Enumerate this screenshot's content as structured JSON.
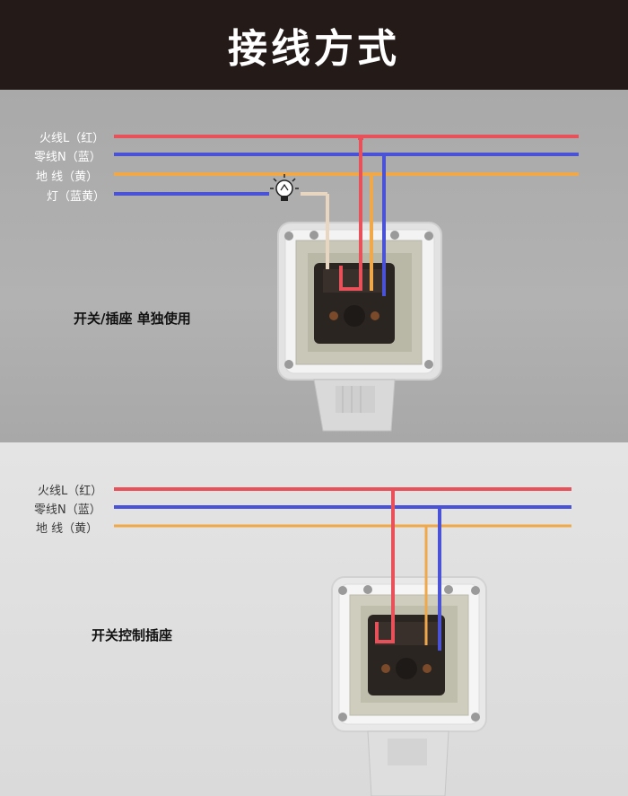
{
  "header": {
    "title": "接线方式"
  },
  "top_panel": {
    "wires": [
      {
        "label": "火线L（红）",
        "color": "#e8505a"
      },
      {
        "label": "零线N（蓝）",
        "color": "#4a52d8"
      },
      {
        "label": "地  线（黄）",
        "color": "#f0a848"
      },
      {
        "label": "灯（蓝黄）",
        "color": "#4a52d8"
      }
    ],
    "caption": "开关/插座 单独使用"
  },
  "bottom_panel": {
    "wires": [
      {
        "label": "火线L（红）",
        "color": "#e8505a"
      },
      {
        "label": "零线N（蓝）",
        "color": "#4a52d8"
      },
      {
        "label": "地  线（黄）",
        "color": "#f0a848"
      }
    ],
    "caption": "开关控制插座"
  }
}
